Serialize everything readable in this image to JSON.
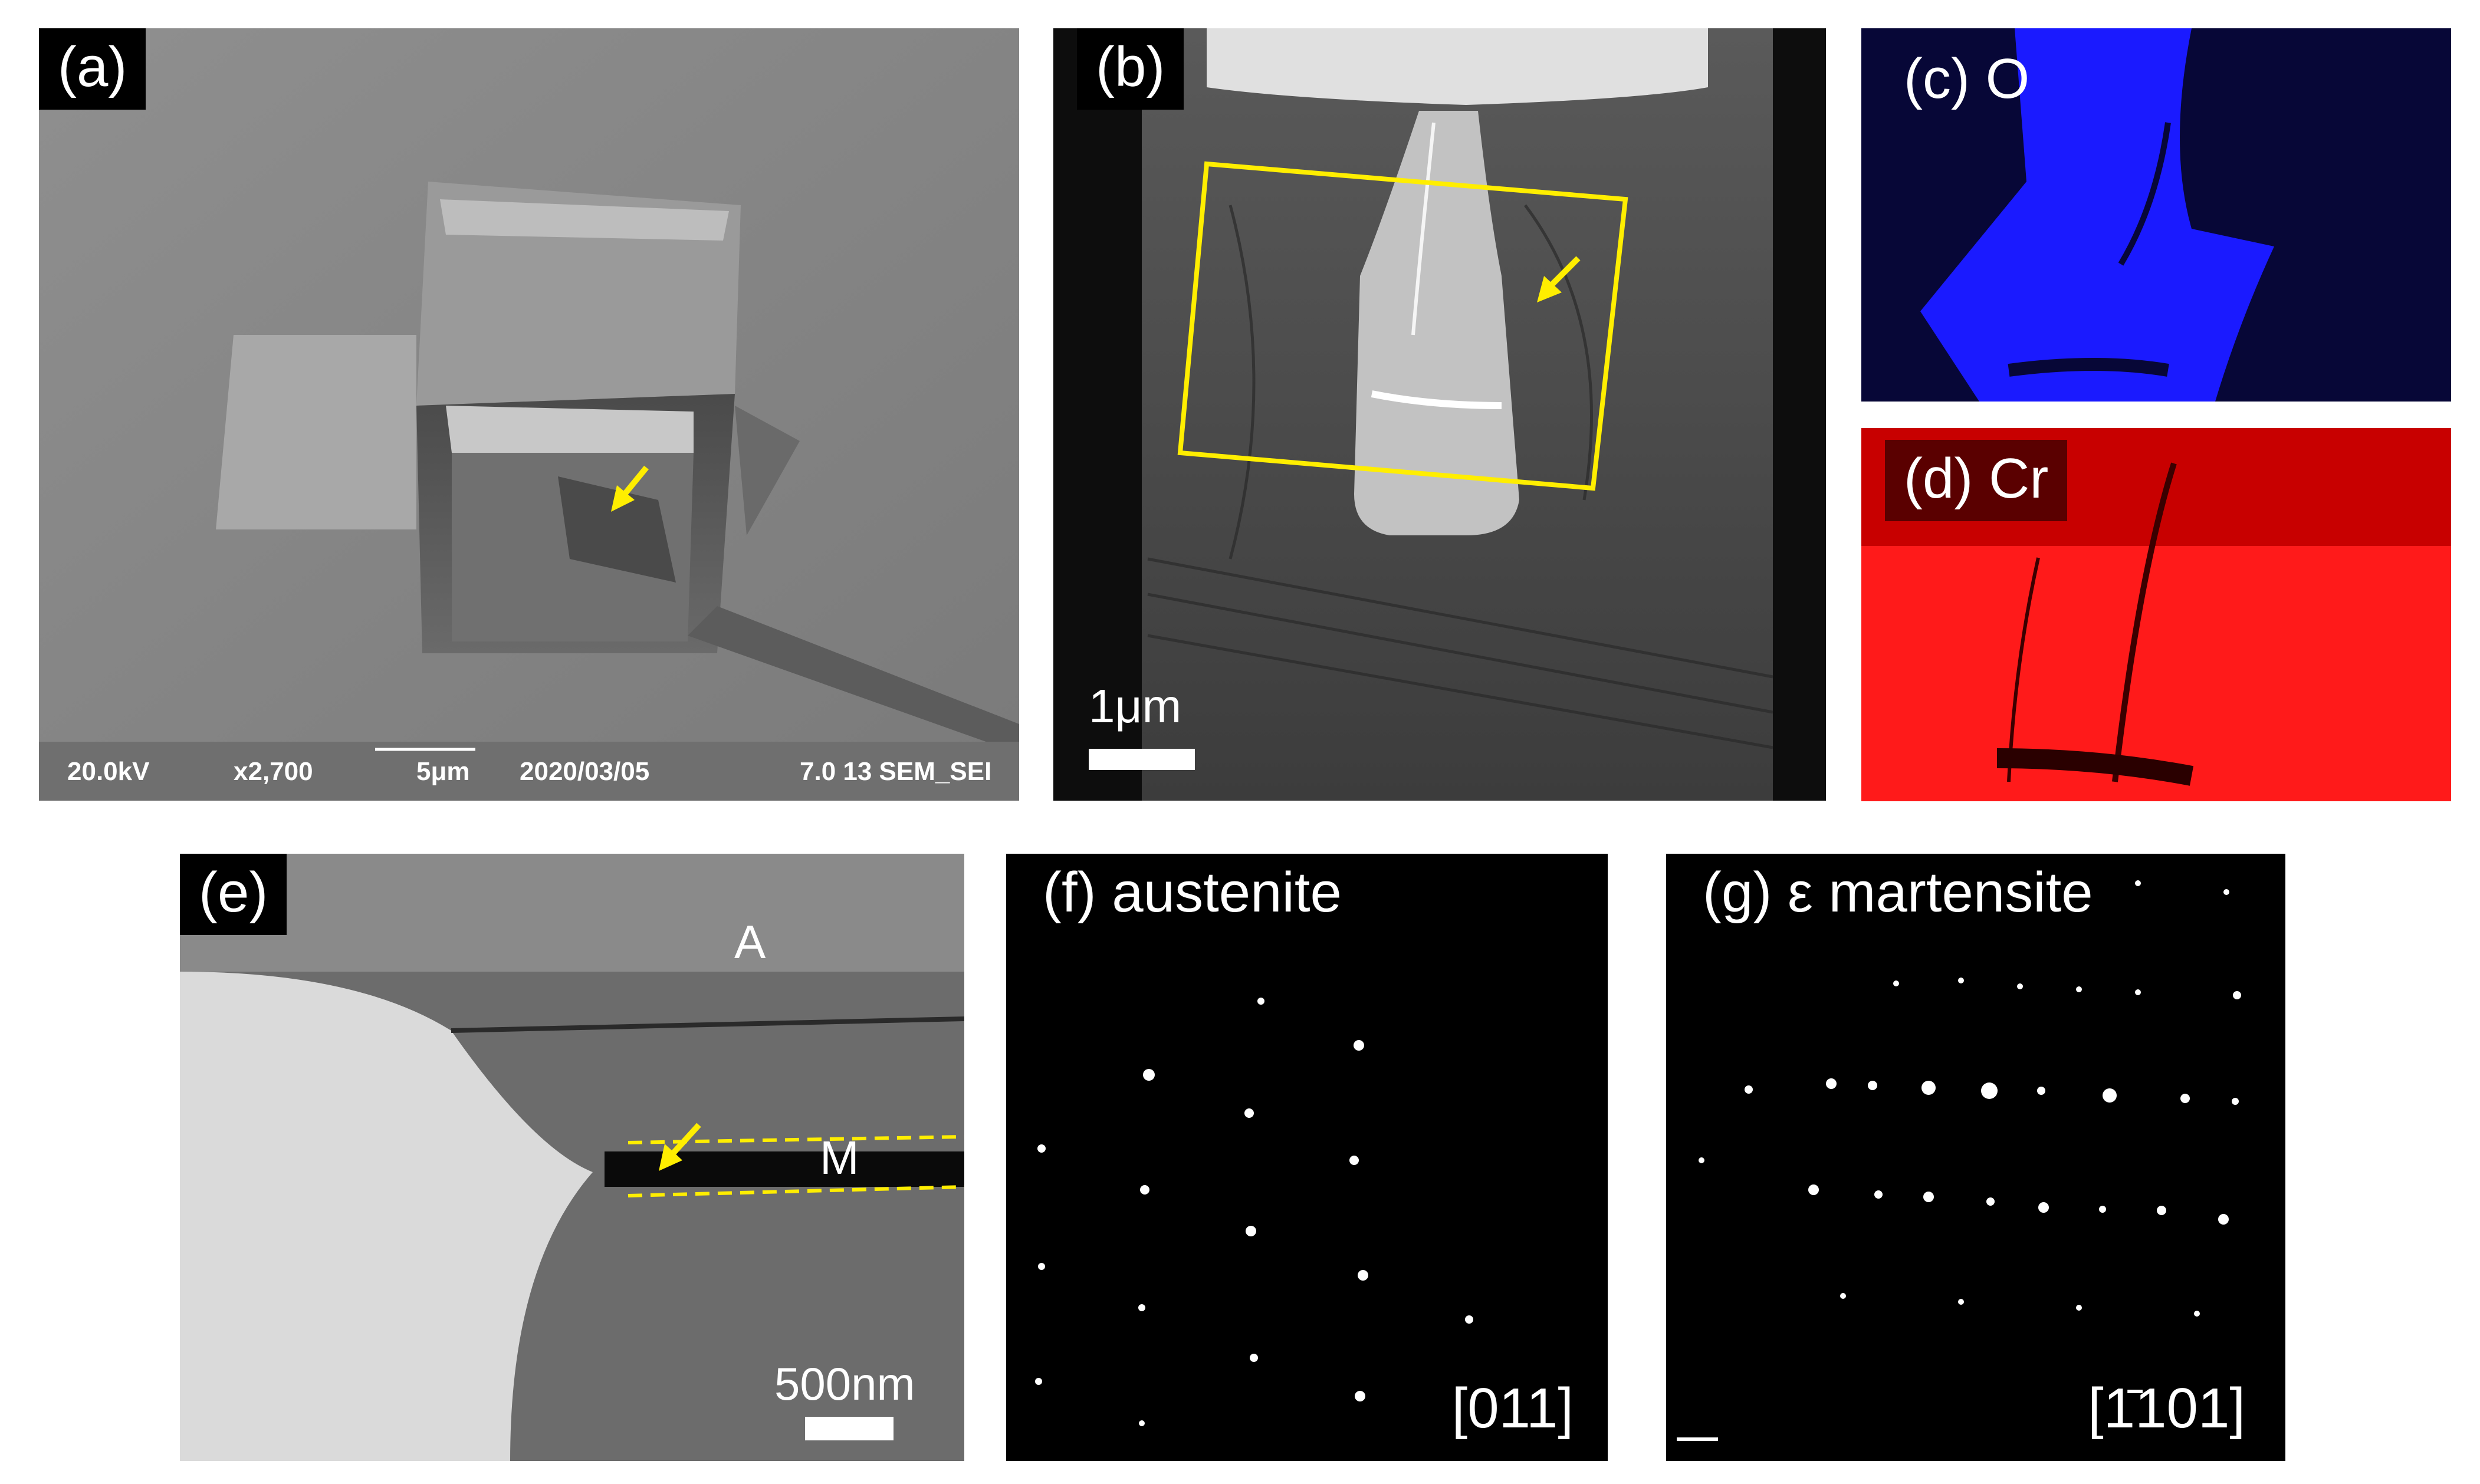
{
  "panels": {
    "a": {
      "label": "(a)",
      "sem_bar": {
        "voltage": "20.0kV",
        "magnification": "x2,700",
        "scale": "5μm",
        "date": "2020/03/05",
        "info": "7.0 13 SEM_SEI"
      }
    },
    "b": {
      "label": "(b)",
      "scale": "1μm"
    },
    "c": {
      "label": "(c) O"
    },
    "d": {
      "label": "(d) Cr"
    },
    "e": {
      "label": "(e)",
      "region_a": "A",
      "region_m": "M",
      "scale": "500nm"
    },
    "f": {
      "label": "(f) austenite",
      "zone_axis": "[011]"
    },
    "g": {
      "label": "(g) ε martensite",
      "zone_axis": "[1̄101]"
    }
  },
  "colors": {
    "arrow": "#ffee00",
    "box": "#ffee00",
    "oxygen_map": "#1a1aff",
    "chromium_map": "#ff1a1a"
  },
  "icons": [
    "arrow-icon"
  ]
}
